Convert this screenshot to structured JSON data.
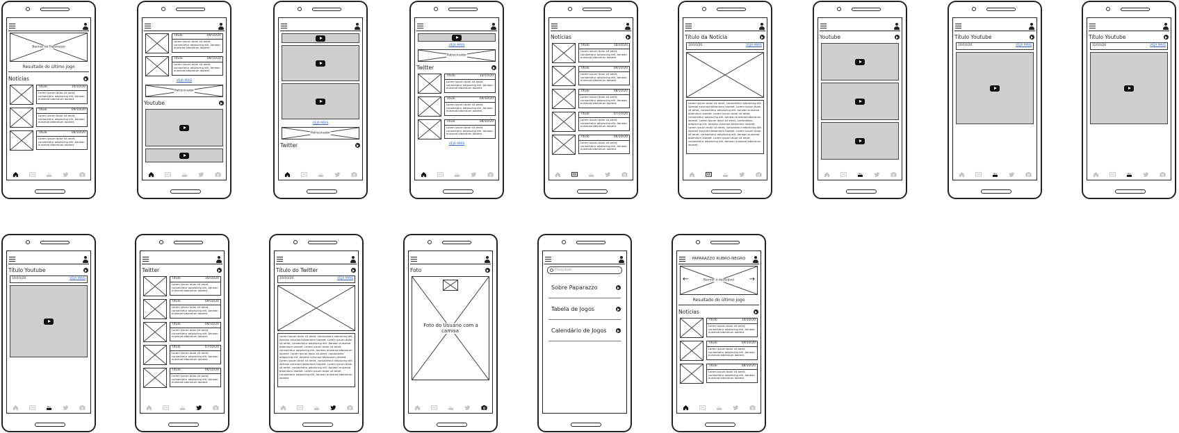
{
  "status_text": "",
  "brand": "PAPARAZZO RUBRO-NEGRO",
  "labels": {
    "banner": "Banner do Paparazzo",
    "banner_alt": "Banner é deslizável",
    "sponsor": "Patrocinador",
    "last_result": "Resultado do último jogo",
    "see_more": "VEJA MAIS",
    "news": "Notícias",
    "youtube": "Youtube",
    "twitter": "Twitter",
    "news_title": "Título da Notícia",
    "youtube_title": "Título Youtube",
    "twitter_title": "Título do Twitter",
    "photo": "Foto",
    "photo_caption": "Foto do Usuário com a camisa",
    "search_placeholder": "Pesquisar",
    "title_word": "Título",
    "lorem_short": "Lorem ipsum dolor sit amet, consectetur adipiscing elit. Aenean euismod bibendum laoreet.",
    "lorem_long": "Lorem ipsum dolor sit amet, consectetur adipiscing elit. Aenean euismod bibendum laoreet."
  },
  "dates": [
    "10/10/20",
    "09/10/20",
    "08/10/20",
    "07/10/20",
    "06/10/20"
  ],
  "menu": [
    "Sobre Paparazzo",
    "Tabela de Jogos",
    "Calendário de Jogos"
  ],
  "tab_icons": [
    "home-icon",
    "newspaper-icon",
    "youtube-icon",
    "twitter-icon",
    "camera-icon"
  ]
}
